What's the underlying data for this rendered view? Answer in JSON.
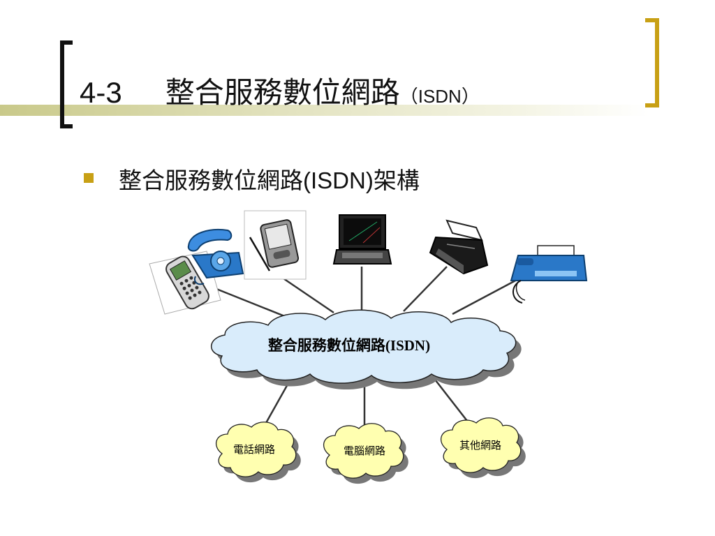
{
  "title": {
    "number": "4-3",
    "text": "整合服務數位網路",
    "paren": "（ISDN）"
  },
  "bullet": "整合服務數位網路(ISDN)架構",
  "diagram": {
    "center_cloud": "整合服務數位網路(ISDN)",
    "sub_clouds": [
      "電話網路",
      "電腦網路",
      "其他網路"
    ],
    "devices": [
      "mobile-phone-icon",
      "telephone-icon",
      "pda-icon",
      "laptop-icon",
      "printer-icon",
      "fax-icon"
    ]
  },
  "colors": {
    "accent": "#c8a015",
    "main_cloud": "#d9ecfb",
    "sub_cloud": "#ffffb0"
  }
}
